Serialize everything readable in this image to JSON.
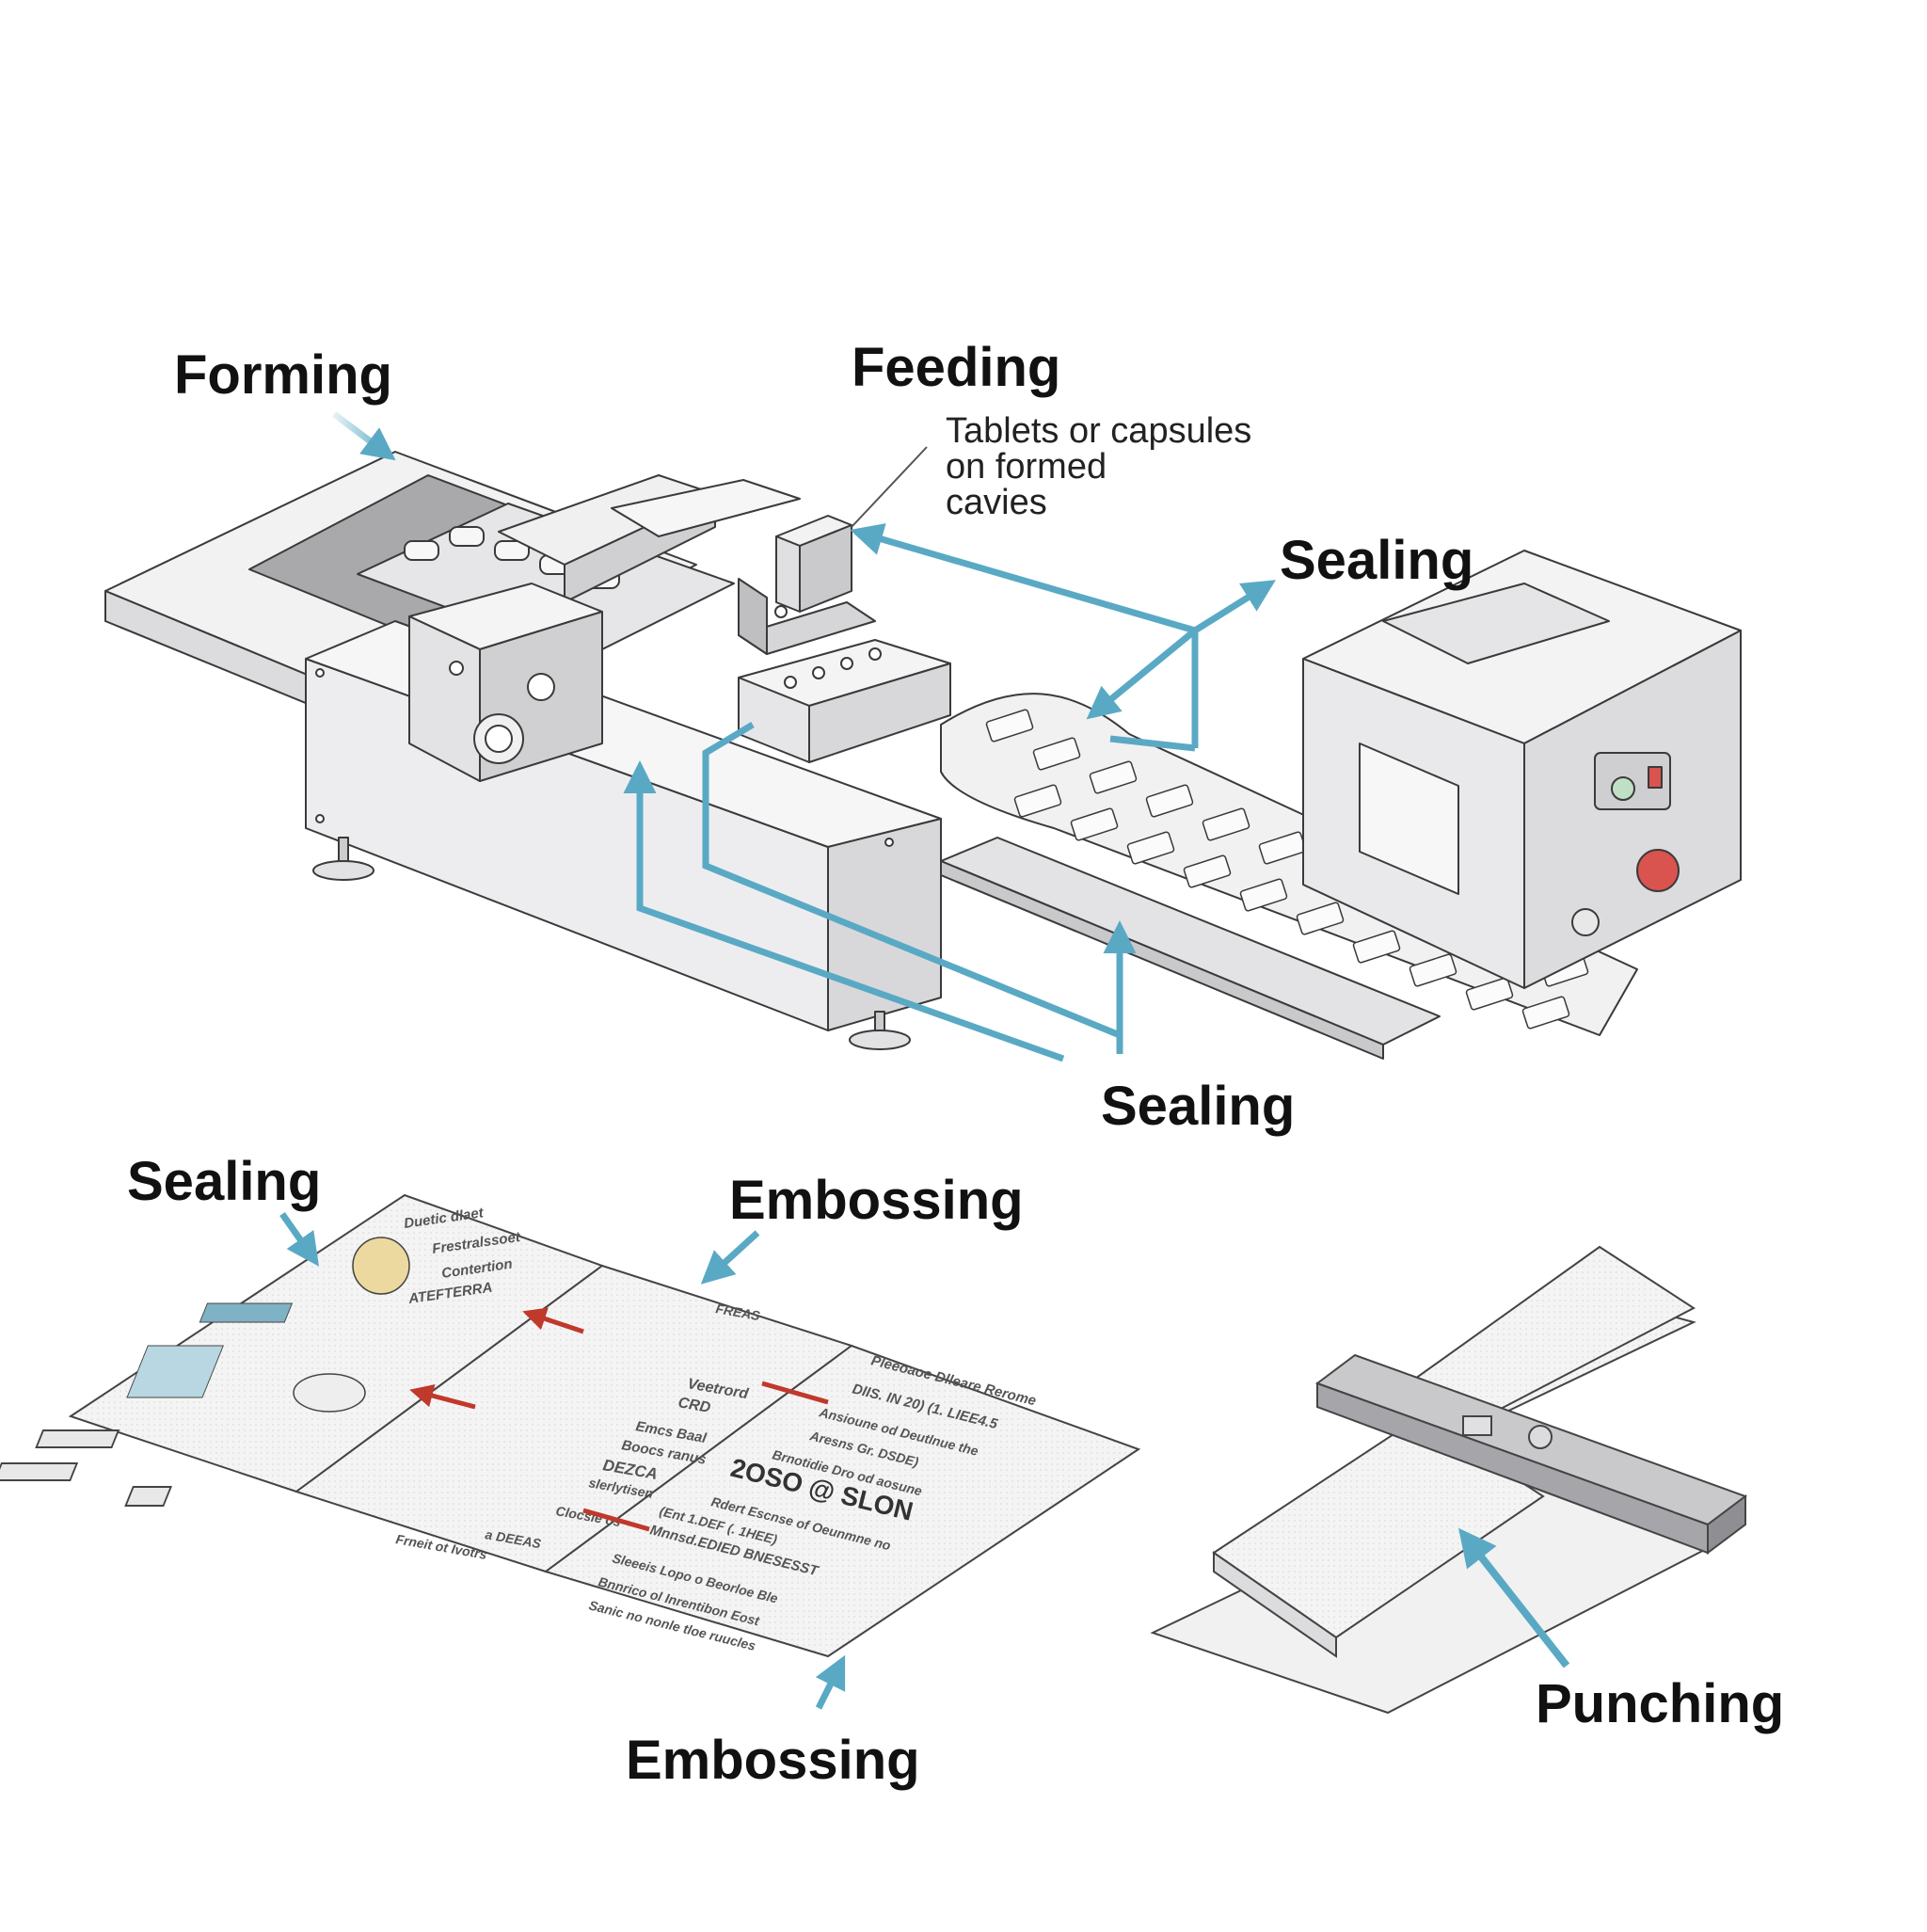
{
  "labels": {
    "forming": "Forming",
    "feeding": "Feeding",
    "feeding_note": [
      "Tablets or capsules",
      "on formed",
      "cavies"
    ],
    "sealing_right": "Sealing",
    "sealing_bottom": "Sealing",
    "sealing_left": "Sealing",
    "embossing_top": "Embossing",
    "embossing_bottom": "Embossing",
    "punching": "Punching"
  },
  "document_text": {
    "panel1": [
      "Duetic dlaet",
      "Frestralssoet",
      "Contertion",
      "ATEFTERRA"
    ],
    "panel2": [
      "Veetrord",
      "CRD",
      "Emcs Baal",
      "Boocs ranus",
      "DEZCA",
      "slerlytisen",
      "Clocsie os",
      "a DEEAS",
      "Frneit ot Ivotrs",
      "FREAS"
    ],
    "panel3": [
      "Pleeoaoe Dlleare Rerome",
      "DIIS. IN 20) (1. LIEE4.5",
      "Ansioune od Deutlnue the",
      "Aresns Gr. DSDE)",
      "Brnotidie Dro od aosune",
      "2OSO @ SLON",
      "Rdert Escnse of Oeunmne no",
      "(Ent 1.DEF (. 1HEE)",
      "Mnnsd.EDIED BNESESST",
      "Sleeeis Lopo o Beorloe Ble",
      "Bnnrico ol Inrentibon Eost",
      "Sanic no nonle tloe ruucles"
    ]
  },
  "colors": {
    "callout_arrow": "#5aa9c4",
    "embossing_marker": "#c0392b",
    "machine_fill": "#ececee",
    "machine_stroke": "#3a3a3a",
    "stop_button": "#d9534f",
    "start_button": "#bfe0c4",
    "label_text": "#111111"
  },
  "icons": [
    "emergency-stop-icon",
    "start-button-icon",
    "power-switch-icon"
  ]
}
